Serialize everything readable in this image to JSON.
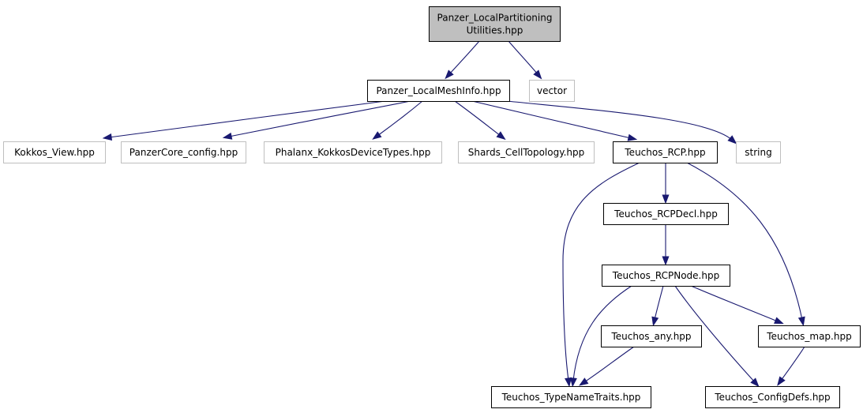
{
  "colors": {
    "edge": "#191970",
    "root_fill": "#bfbfbf",
    "root_border": "#000000",
    "local_border": "#000000",
    "external_border": "#bfbfbf",
    "node_fill": "#ffffff",
    "text": "#000000"
  },
  "nodes": [
    {
      "id": "panzer_localpartitioning",
      "lines": [
        "Panzer_LocalPartitioning",
        "Utilities.hpp"
      ],
      "kind": "root"
    },
    {
      "id": "vector",
      "lines": [
        "vector"
      ],
      "kind": "external"
    },
    {
      "id": "panzer_localmeshinfo",
      "lines": [
        "Panzer_LocalMeshInfo.hpp"
      ],
      "kind": "local"
    },
    {
      "id": "kokkos_view",
      "lines": [
        "Kokkos_View.hpp"
      ],
      "kind": "external"
    },
    {
      "id": "panzercore_config",
      "lines": [
        "PanzerCore_config.hpp"
      ],
      "kind": "external"
    },
    {
      "id": "phalanx_kokkosdevicetypes",
      "lines": [
        "Phalanx_KokkosDeviceTypes.hpp"
      ],
      "kind": "external"
    },
    {
      "id": "shards_celltopology",
      "lines": [
        "Shards_CellTopology.hpp"
      ],
      "kind": "external"
    },
    {
      "id": "teuchos_rcp",
      "lines": [
        "Teuchos_RCP.hpp"
      ],
      "kind": "local"
    },
    {
      "id": "string",
      "lines": [
        "string"
      ],
      "kind": "external"
    },
    {
      "id": "teuchos_rcpdecl",
      "lines": [
        "Teuchos_RCPDecl.hpp"
      ],
      "kind": "local"
    },
    {
      "id": "teuchos_rcpnode",
      "lines": [
        "Teuchos_RCPNode.hpp"
      ],
      "kind": "local"
    },
    {
      "id": "teuchos_any",
      "lines": [
        "Teuchos_any.hpp"
      ],
      "kind": "local"
    },
    {
      "id": "teuchos_map",
      "lines": [
        "Teuchos_map.hpp"
      ],
      "kind": "local"
    },
    {
      "id": "teuchos_typenametraits",
      "lines": [
        "Teuchos_TypeNameTraits.hpp"
      ],
      "kind": "local"
    },
    {
      "id": "teuchos_configdefs",
      "lines": [
        "Teuchos_ConfigDefs.hpp"
      ],
      "kind": "local"
    }
  ],
  "edges": [
    {
      "from": "panzer_localpartitioning",
      "to": "panzer_localmeshinfo"
    },
    {
      "from": "panzer_localpartitioning",
      "to": "vector"
    },
    {
      "from": "panzer_localmeshinfo",
      "to": "kokkos_view"
    },
    {
      "from": "panzer_localmeshinfo",
      "to": "panzercore_config"
    },
    {
      "from": "panzer_localmeshinfo",
      "to": "phalanx_kokkosdevicetypes"
    },
    {
      "from": "panzer_localmeshinfo",
      "to": "shards_celltopology"
    },
    {
      "from": "panzer_localmeshinfo",
      "to": "teuchos_rcp"
    },
    {
      "from": "panzer_localmeshinfo",
      "to": "string"
    },
    {
      "from": "teuchos_rcp",
      "to": "teuchos_rcpdecl"
    },
    {
      "from": "teuchos_rcp",
      "to": "teuchos_typenametraits"
    },
    {
      "from": "teuchos_rcp",
      "to": "teuchos_map"
    },
    {
      "from": "teuchos_rcpdecl",
      "to": "teuchos_rcpnode"
    },
    {
      "from": "teuchos_rcpnode",
      "to": "teuchos_any"
    },
    {
      "from": "teuchos_rcpnode",
      "to": "teuchos_map"
    },
    {
      "from": "teuchos_rcpnode",
      "to": "teuchos_configdefs"
    },
    {
      "from": "teuchos_rcpnode",
      "to": "teuchos_typenametraits"
    },
    {
      "from": "teuchos_any",
      "to": "teuchos_typenametraits"
    },
    {
      "from": "teuchos_map",
      "to": "teuchos_configdefs"
    }
  ]
}
